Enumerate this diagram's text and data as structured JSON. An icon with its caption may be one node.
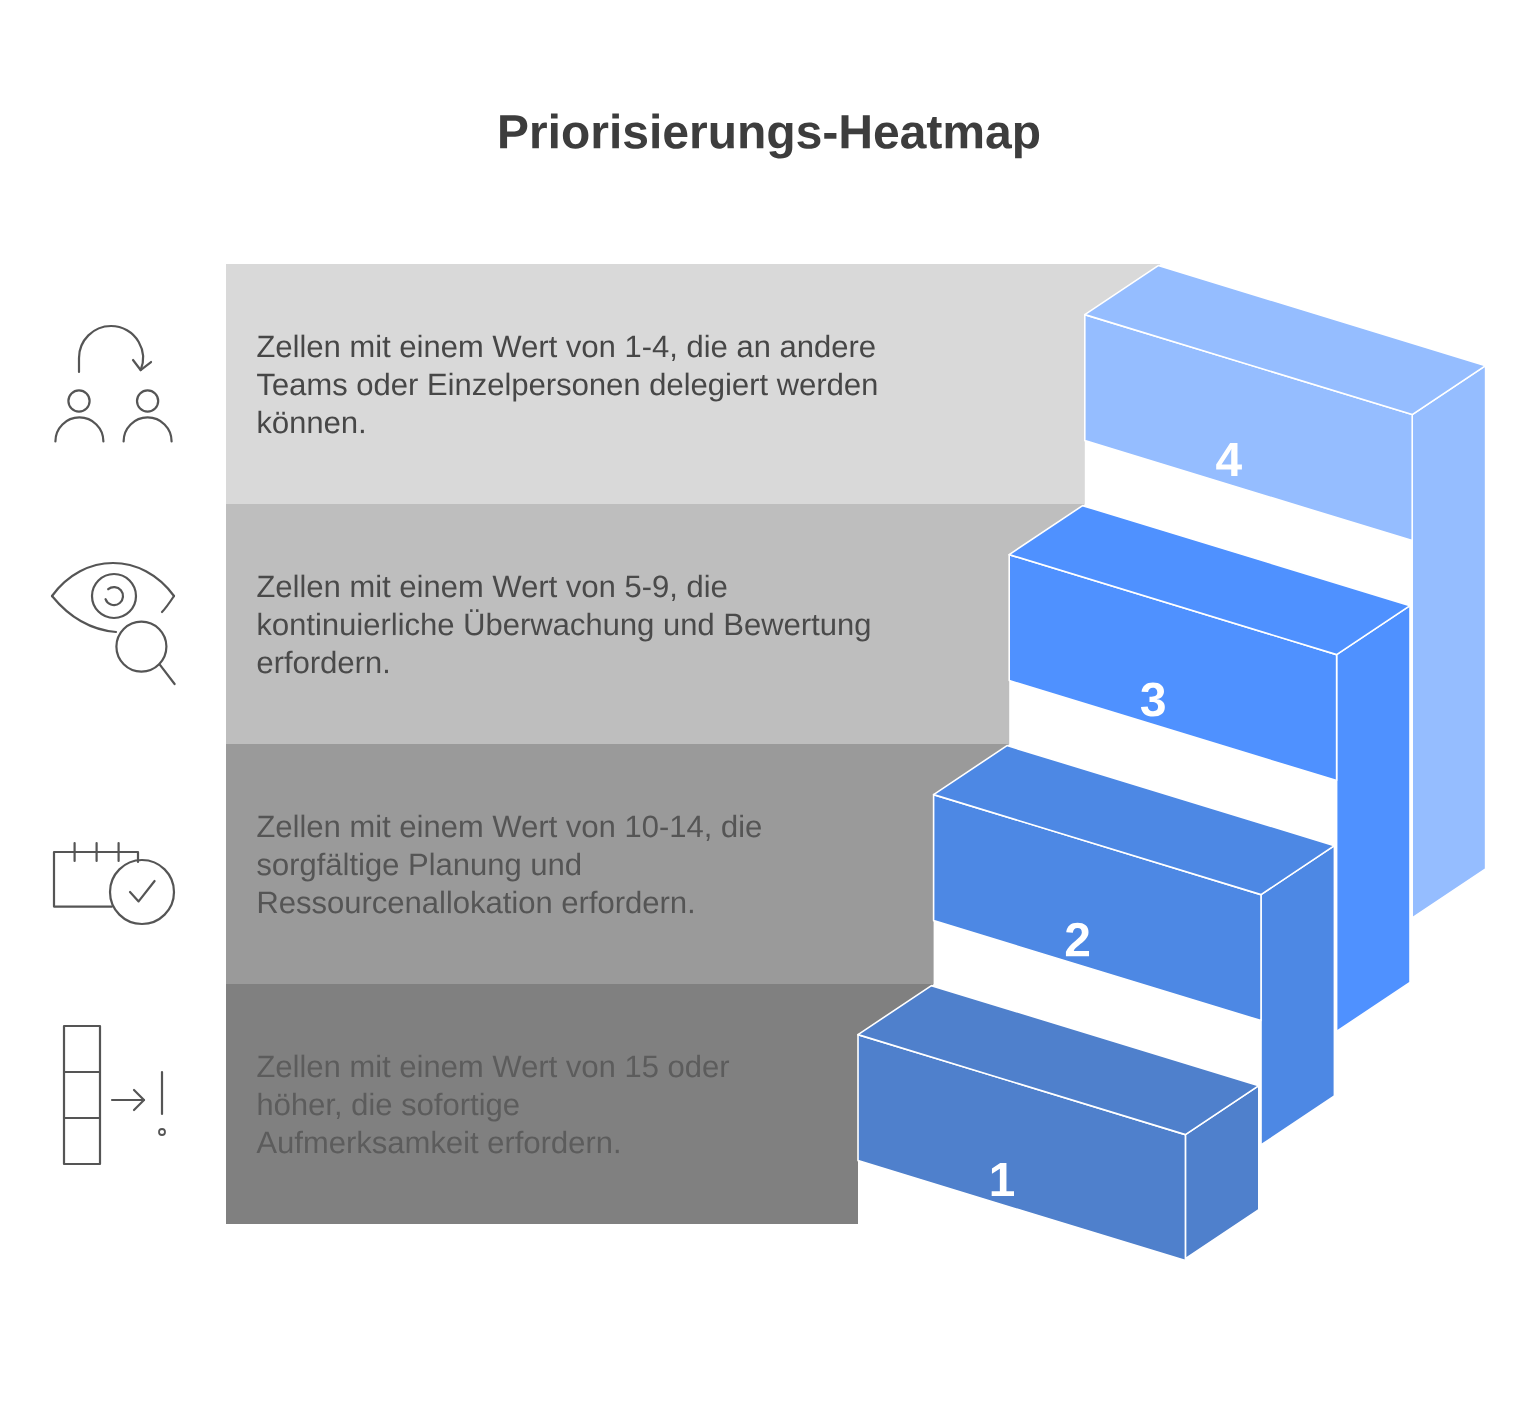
{
  "diagram": {
    "title": "Priorisierungs-Heatmap",
    "nodes": [
      {
        "text": [
          "Zellen mit einem Wert von 1-4, die an andere Teams oder Einzelpersonen delegiert werden können."
        ]
      },
      {
        "text": [
          "4"
        ]
      },
      {
        "text": [
          "Zellen mit einem Wert von 5-9, die kontinuierliche Überwachung und Bewertung erfordern."
        ]
      },
      {
        "text": [
          "3"
        ]
      },
      {
        "text": [
          "Zellen mit einem Wert von 10-14, die sorgfältige Planung und Ressourcenallokation erfordern."
        ]
      },
      {
        "text": [
          "2"
        ]
      },
      {
        "text": [
          "Zellen mit einem Wert von 15 oder höher, die sofortige Aufmerksamkeit erfordern."
        ]
      },
      {
        "text": [
          "1"
        ]
      }
    ]
  }
}
